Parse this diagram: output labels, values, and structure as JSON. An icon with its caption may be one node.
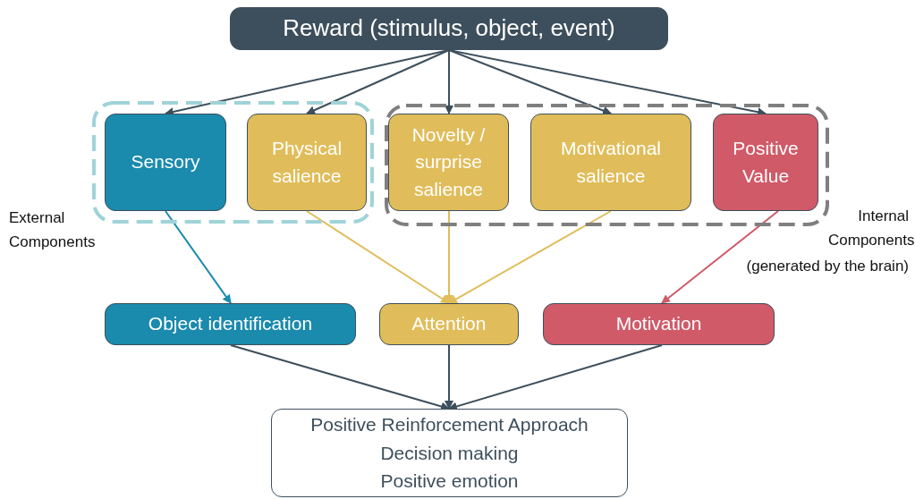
{
  "diagram": {
    "nodes": [
      {
        "text": [
          "Reward (stimulus, object, event)"
        ]
      },
      {
        "text": [
          "External Components"
        ]
      },
      {
        "text": [
          "Sensory"
        ],
        "in": 1
      },
      {
        "text": [
          "Physical salience"
        ],
        "in": 1
      },
      {
        "text": [
          "Internal Components",
          "(generated by the brain)"
        ]
      },
      {
        "text": [
          "Novelty / surprise salience"
        ],
        "in": 4
      },
      {
        "text": [
          "Motivational salience"
        ],
        "in": 4
      },
      {
        "text": [
          "Positive Value"
        ],
        "in": 4
      },
      {
        "text": [
          "Object identification"
        ]
      },
      {
        "text": [
          "Attention"
        ]
      },
      {
        "text": [
          "Motivation"
        ]
      },
      {
        "text": [
          "Positive Reinforcement Approach",
          "Decision making",
          "Positive emotion"
        ]
      }
    ],
    "edges": [
      {
        "from": 0,
        "to": 2,
        "arrow": "to"
      },
      {
        "from": 0,
        "to": 3,
        "arrow": "to"
      },
      {
        "from": 0,
        "to": 5,
        "arrow": "to"
      },
      {
        "from": 0,
        "to": 6,
        "arrow": "to"
      },
      {
        "from": 0,
        "to": 7,
        "arrow": "to"
      },
      {
        "from": 2,
        "to": 8,
        "arrow": "to",
        "color": "#1a8aad"
      },
      {
        "from": 3,
        "to": 9,
        "arrow": "to",
        "color": "#e0bd5a"
      },
      {
        "from": 5,
        "to": 9,
        "arrow": "to",
        "color": "#e0bd5a"
      },
      {
        "from": 6,
        "to": 9,
        "arrow": "to",
        "color": "#e0bd5a"
      },
      {
        "from": 7,
        "to": 10,
        "arrow": "to",
        "color": "#d05a68"
      },
      {
        "from": 8,
        "to": 11,
        "arrow": "to"
      },
      {
        "from": 9,
        "to": 11,
        "arrow": "to"
      },
      {
        "from": 10,
        "to": 11,
        "arrow": "to"
      }
    ]
  }
}
